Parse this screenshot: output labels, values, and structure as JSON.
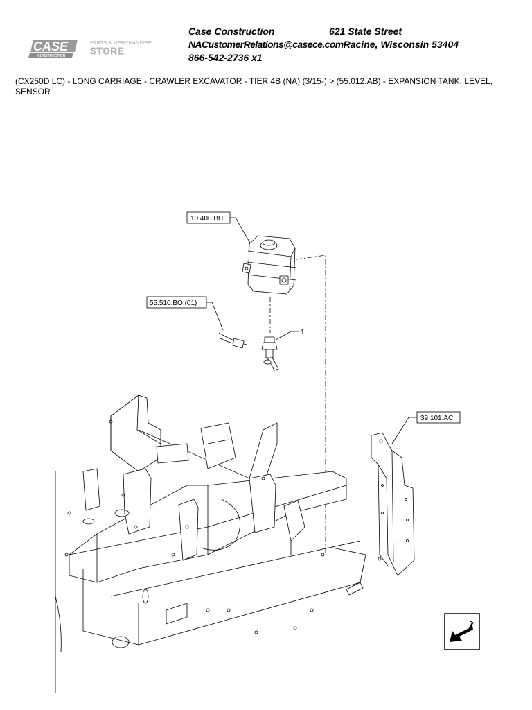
{
  "brand": {
    "logo_text": "CASE",
    "logo_sub": "CONSTRUCTION",
    "store_line1": "PARTS & MERCHANDISE",
    "store_line2": "STORE"
  },
  "contact": {
    "company": "Case Construction",
    "street": "621 State Street",
    "email": "NACustomerRelations@casece.com",
    "city": "Racine, Wisconsin 53404",
    "phone": "866-542-2736 x1"
  },
  "breadcrumb": "(CX250D LC) - LONG CARRIAGE - CRAWLER EXCAVATOR - TIER 4B (NA) (3/15-) > (55.012.AB) - EXPANSION TANK, LEVEL, SENSOR",
  "callouts": {
    "tank_ref": "10.400.BH",
    "harness_ref": "55.510.BO (01)",
    "item_number": "1",
    "bracket_ref": "39.101.AC"
  },
  "icons": {
    "nav": "arrow-down-left-icon"
  }
}
